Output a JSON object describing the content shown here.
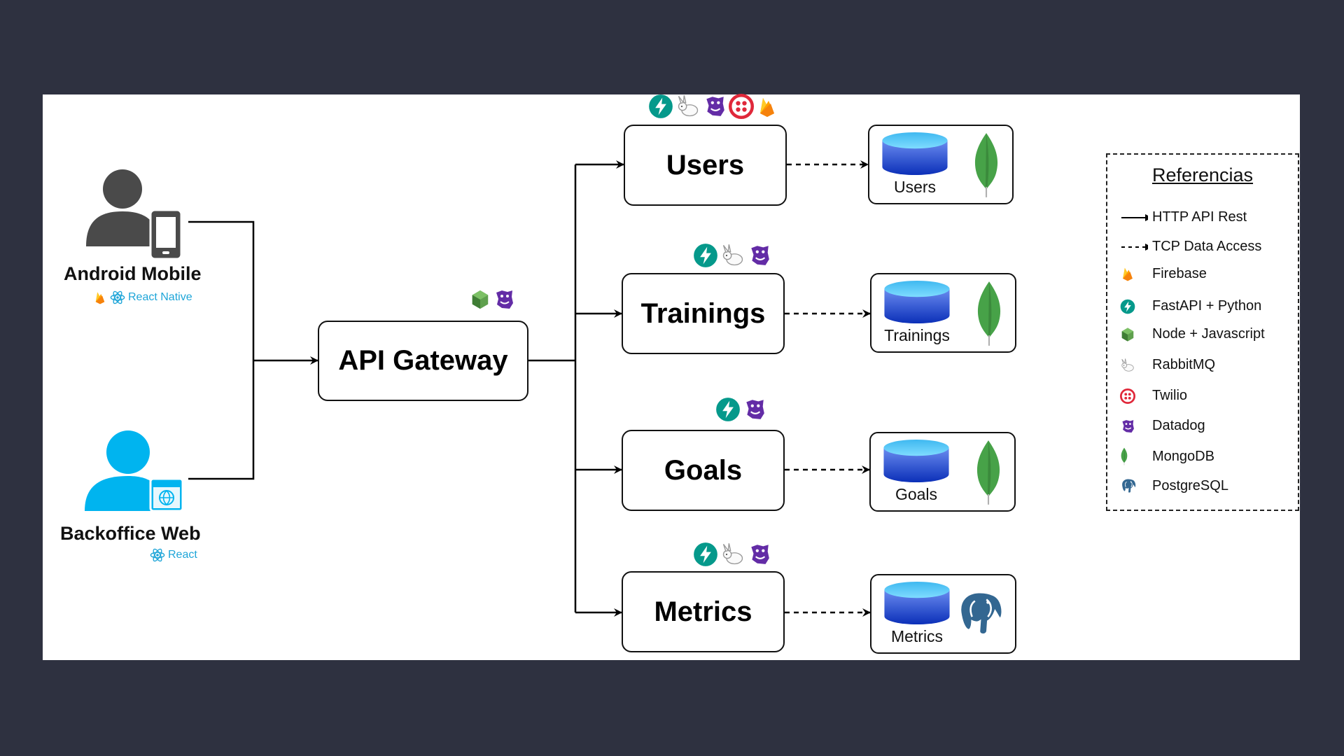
{
  "actors": {
    "mobile": {
      "label": "Android Mobile",
      "tech": "React Native"
    },
    "web": {
      "label": "Backoffice Web",
      "tech": "React"
    }
  },
  "gateway": {
    "label": "API Gateway"
  },
  "services": [
    {
      "label": "Users",
      "db_label": "Users",
      "db_engine": "mongodb"
    },
    {
      "label": "Trainings",
      "db_label": "Trainings",
      "db_engine": "mongodb"
    },
    {
      "label": "Goals",
      "db_label": "Goals",
      "db_engine": "mongodb"
    },
    {
      "label": "Metrics",
      "db_label": "Metrics",
      "db_engine": "postgresql"
    }
  ],
  "legend": {
    "title": "Referencias",
    "items": [
      {
        "label": "HTTP API Rest",
        "symbol": "solid-arrow"
      },
      {
        "label": "TCP Data Access",
        "symbol": "dashed-arrow"
      },
      {
        "label": "Firebase",
        "symbol": "firebase-icon"
      },
      {
        "label": "FastAPI + Python",
        "symbol": "fastapi-icon"
      },
      {
        "label": "Node + Javascript",
        "symbol": "nodejs-icon"
      },
      {
        "label": "RabbitMQ",
        "symbol": "rabbitmq-icon"
      },
      {
        "label": "Twilio",
        "symbol": "twilio-icon"
      },
      {
        "label": "Datadog",
        "symbol": "datadog-icon"
      },
      {
        "label": "MongoDB",
        "symbol": "mongodb-icon"
      },
      {
        "label": "PostgreSQL",
        "symbol": "postgresql-icon"
      }
    ]
  },
  "colors": {
    "background": "#2e3140",
    "canvas": "#ffffff",
    "fastapi": "#05998b",
    "firebase": "#ffca28",
    "nodejs": "#5fa04e",
    "twilio": "#e0283a",
    "datadog": "#632ca6",
    "mongodb": "#47a248",
    "postgresql": "#336791",
    "react": "#1ea5d8",
    "web_user": "#00b4ef",
    "mobile_user": "#4a4a4a"
  }
}
